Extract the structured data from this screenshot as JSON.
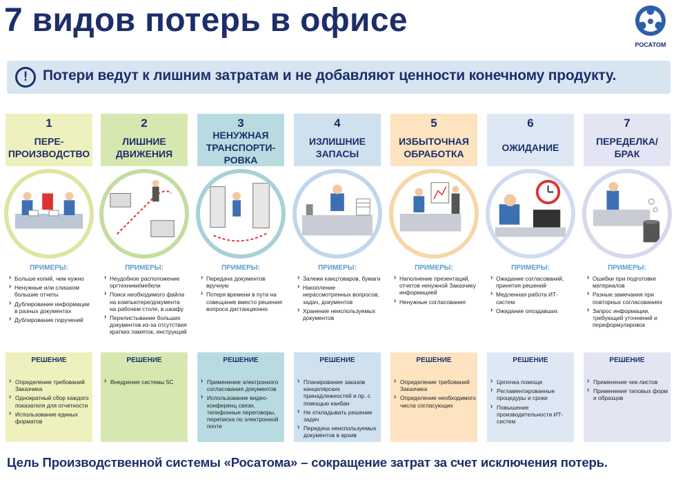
{
  "title": "7 видов потерь в офисе",
  "logo": {
    "text": "РОСАТОМ",
    "icon": "rosatom-logo-icon"
  },
  "banner": {
    "icon": "exclamation-icon",
    "text": "Потери ведут к лишним затратам и не добавляют ценности конечному продукту."
  },
  "examples_label": "ПРИМЕРЫ:",
  "solution_label": "РЕШЕНИЕ",
  "colors": {
    "navy": "#1d2e6b",
    "accent": "#5a9ad0",
    "col1": "#eef0bd",
    "col2": "#d6e8b0",
    "col3": "#b7dbe0",
    "col4": "#cfe0ef",
    "col5": "#fde3c0",
    "col6": "#dde8f4",
    "col7": "#e4e5f3"
  },
  "columns": [
    {
      "num": "1",
      "title": "ПЕРЕ-\nПРОИЗВОДСТВО",
      "image": "meeting-table-illustration",
      "color": "#eef0bd",
      "ring": "#dfe4a2",
      "examples": [
        "Больше копий, чем нужно",
        "Ненужные или слишком большие отчеты",
        "Дублирование информации в разных документах",
        "Дублирование поручений"
      ],
      "solutions": [
        "Определение требований Заказчика",
        "Однократный сбор каждого показателя для отчетности",
        "Использование единых форматов"
      ]
    },
    {
      "num": "2",
      "title": "ЛИШНИЕ\nДВИЖЕНИЯ",
      "image": "office-walking-path-illustration",
      "color": "#d6e8b0",
      "ring": "#c5dca0",
      "examples": [
        "Неудобное расположение оргтехники/мебели",
        "Поиск необходимого файла на компьютере/документа на рабочем столе, в шкафу",
        "Перелистывание больших документов из-за отсутствия кратких памяток, инструкций"
      ],
      "solutions": [
        "Внедрение системы 5С"
      ]
    },
    {
      "num": "3",
      "title": "НЕНУЖНАЯ\nТРАНСПОРТИ-\nРОВКА",
      "image": "running-courier-illustration",
      "color": "#b7dbe0",
      "ring": "#a8d0d8",
      "examples": [
        "Передача документов вручную",
        "Потеря времени в пути на совещание вместо решения вопроса дистанционно"
      ],
      "solutions": [
        "Применение электронного согласования документов",
        "Использование видео-конференц связи, телефонные переговоры, переписка по электронной почте"
      ]
    },
    {
      "num": "4",
      "title": "ИЗЛИШНИЕ\nЗАПАСЫ",
      "image": "stationery-desk-illustration",
      "color": "#cfe0ef",
      "ring": "#c1d6ea",
      "examples": [
        "Залежи канцтоваров, бумаги",
        "Накопление нерассмотренных вопросов, задач, документов",
        "Хранение неиспользуемых документов"
      ],
      "solutions": [
        "Планирование заказов канцелярских принадлежностей и пр. с помощью канбан",
        "Не откладывать решение задач",
        "Передача неиспользуемых документов в архив"
      ]
    },
    {
      "num": "5",
      "title": "ИЗБЫТОЧНАЯ\nОБРАБОТКА",
      "image": "presentation-illustration",
      "color": "#fde3c0",
      "ring": "#f7d6a8",
      "examples": [
        "Наполнение презентаций, отчетов ненужной Заказчику информацией",
        "Ненужные согласования"
      ],
      "solutions": [
        "Определение требований Заказчика",
        "Определение необходимого числа согласующих"
      ]
    },
    {
      "num": "6",
      "title": "ОЖИДАНИЕ",
      "image": "waiting-clock-illustration",
      "color": "#dde8f4",
      "ring": "#cfdcef",
      "examples": [
        "Ожидание согласований, принятия решений",
        "Медленная работа ИТ-систем",
        "Ожидание опоздавших"
      ],
      "solutions": [
        "Цепочка помощи",
        "Регламентированные процедуры и сроки",
        "Повышение производительности ИТ-систем"
      ]
    },
    {
      "num": "7",
      "title": "ПЕРЕДЕЛКА/\nБРАК",
      "image": "rework-trash-illustration",
      "color": "#e4e5f3",
      "ring": "#d6d8ec",
      "examples": [
        "Ошибки при подготовке материалов",
        "Разные замечания при повторных согласованиях",
        "Запрос информации, требующий уточнений и переформулировок"
      ],
      "solutions": [
        "Применение чек-листов",
        "Применение типовых форм и образцов"
      ]
    }
  ],
  "footer": "Цель Производственной системы «Росатома» – сокращение затрат за счет исключения потерь."
}
